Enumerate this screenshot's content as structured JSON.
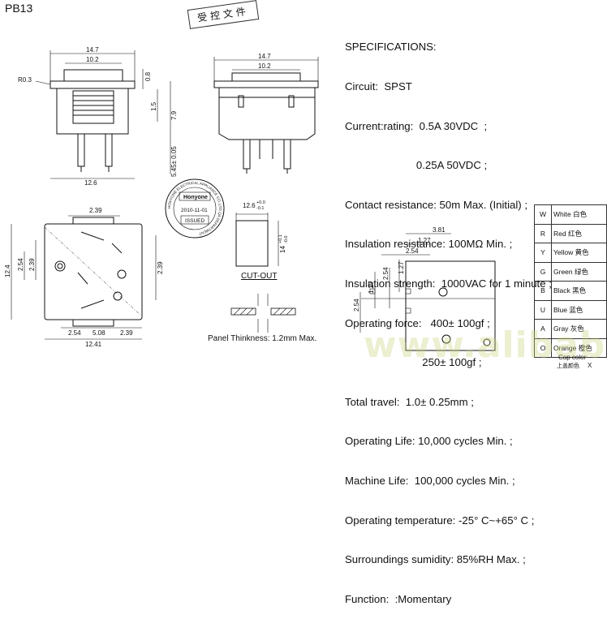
{
  "title": "PB13",
  "stamp_top": "受控文件",
  "specs": {
    "heading": "SPECIFICATIONS:",
    "lines": [
      "Circuit:  SPST",
      "Current:rating:  0.5A 30VDC  ;",
      "                        0.25A 50VDC ;",
      "Contact resistance: 50m Max. (Initial) ;",
      "Insulation resistance: 100MΩ Min. ;",
      "Insulation strength:  1000VAC for 1 minute ;",
      "Operating force:   400± 100gf ;",
      "                          250± 100gf ;",
      "Total travel:  1.0± 0.25mm ;",
      "Operating Life: 10,000 cycles Min. ;",
      "Machine Life:  100,000 cycles Min. ;",
      "Operating temperature: -25° C~+65° C ;",
      "Surroundings sumidity: 85%RH Max. ;",
      "Function:  :Momentary"
    ]
  },
  "front_view": {
    "dim_top": "14.7",
    "dim_inner": "10.2",
    "radius": "R0.3",
    "dim_a": "0.8",
    "dim_b": "1.5",
    "dim_c": "7.9",
    "dim_d": "5.45± 0.05",
    "dim_bottom": "12.6"
  },
  "side_view": {
    "dim_top": "14.7",
    "dim_inner": "10.2"
  },
  "bottom_view": {
    "dim_239_top": "2.39",
    "dim_124": "12.4",
    "dim_254_left": "2.54",
    "dim_239_left": "2.39",
    "dim_239_right": "2.39",
    "dim_254_bottom": "2.54",
    "dim_508": "5.08",
    "dim_239_bottom": "2.39",
    "dim_1241": "12.41"
  },
  "seal": {
    "ring_text": "HONYONE ELECTRICAL APPLIANCE CO.,LTD  QA DEPARTMENT",
    "name": "Honyone",
    "date": "2010-11-01",
    "status": "ISSUED"
  },
  "cutout": {
    "width": "12.6",
    "width_tol_up": "+0.0",
    "width_tol_dn": "-0.1",
    "height": "14",
    "height_tol_up": "+0.1",
    "height_tol_dn": "-0.0",
    "label": "CUT-OUT",
    "panel": "Panel Thinkness: 1.2mm Max."
  },
  "pcb": {
    "d1": "3.81",
    "d2": "1.27",
    "d3": "2.54",
    "d4": "1.27",
    "d5": "2.54",
    "d6": "2.54",
    "d7": "1.27"
  },
  "color_table": [
    {
      "code": "W",
      "name": "White 白色"
    },
    {
      "code": "R",
      "name": "Red  红色"
    },
    {
      "code": "Y",
      "name": "Yellow 黄色"
    },
    {
      "code": "G",
      "name": "Green 绿色"
    },
    {
      "code": "B",
      "name": "Black 黑色"
    },
    {
      "code": "U",
      "name": "Blue  蓝色"
    },
    {
      "code": "A",
      "name": "Gray  灰色"
    },
    {
      "code": "O",
      "name": "Orange 橙色"
    }
  ],
  "cap_label": "Cap color",
  "cap_label_cn": "上盖颜色",
  "cap_x": "X",
  "watermark": "www.alibaba.com.cn"
}
